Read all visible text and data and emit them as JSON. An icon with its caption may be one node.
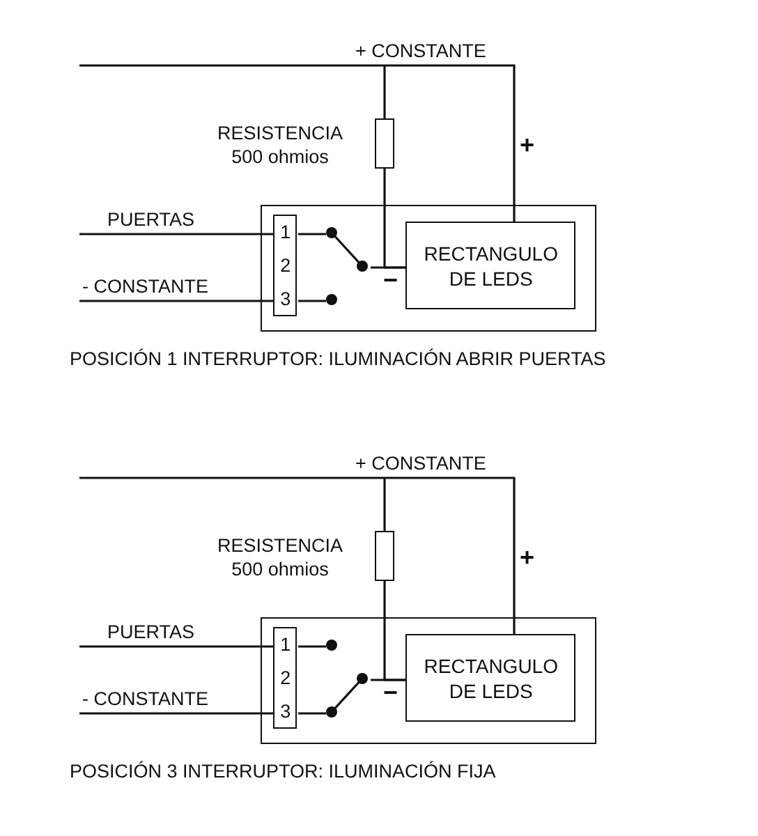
{
  "diagram": {
    "nodes": [
      {
        "text": [],
        "shape": "box",
        "beside": [
          "RESISTENCIA 500 ohmios"
        ]
      },
      {
        "text": [],
        "shape": "box"
      },
      {
        "text": [
          "1",
          "2",
          "3"
        ],
        "in": 1
      },
      {
        "text": [],
        "shape": "switch",
        "in": 1
      },
      {
        "text": [
          "RECTANGULO DE LEDS"
        ],
        "in": 1
      },
      {
        "text": [],
        "shape": "box",
        "beside": [
          "RESISTENCIA 500 ohmios"
        ]
      },
      {
        "text": [],
        "shape": "box"
      },
      {
        "text": [
          "1",
          "2",
          "3"
        ],
        "in": 6
      },
      {
        "text": [],
        "shape": "switch",
        "in": 6
      },
      {
        "text": [
          "RECTANGULO DE LEDS"
        ],
        "in": 6
      }
    ],
    "edges": [
      {
        "from": null,
        "to": 4,
        "arrow": "none",
        "label": "+ CONSTANTE"
      },
      {
        "from": null,
        "to": 0,
        "arrow": "none"
      },
      {
        "from": 0,
        "to": 4,
        "arrow": "none"
      },
      {
        "from": null,
        "to": 2,
        "arrow": "none",
        "label": "PUERTAS"
      },
      {
        "from": null,
        "to": 2,
        "arrow": "none",
        "label": "- CONSTANTE"
      },
      {
        "from": 2,
        "to": 3,
        "arrow": "none"
      },
      {
        "from": 2,
        "to": 3,
        "arrow": "none"
      },
      {
        "from": 3,
        "to": 4,
        "arrow": "none"
      },
      {
        "from": null,
        "to": 9,
        "arrow": "none",
        "label": "+ CONSTANTE"
      },
      {
        "from": null,
        "to": 5,
        "arrow": "none"
      },
      {
        "from": 5,
        "to": 9,
        "arrow": "none"
      },
      {
        "from": null,
        "to": 7,
        "arrow": "none",
        "label": "PUERTAS"
      },
      {
        "from": null,
        "to": 7,
        "arrow": "none",
        "label": "- CONSTANTE"
      },
      {
        "from": 7,
        "to": 8,
        "arrow": "none"
      },
      {
        "from": 7,
        "to": 8,
        "arrow": "none"
      },
      {
        "from": 8,
        "to": 9,
        "arrow": "none"
      }
    ],
    "labels": [
      "+",
      "−",
      "POSICIÓN 1 INTERRUPTOR: ILUMINACIÓN ABRIR PUERTAS",
      "+",
      "−",
      "POSICIÓN 3 INTERRUPTOR: ILUMINACIÓN FIJA"
    ]
  }
}
